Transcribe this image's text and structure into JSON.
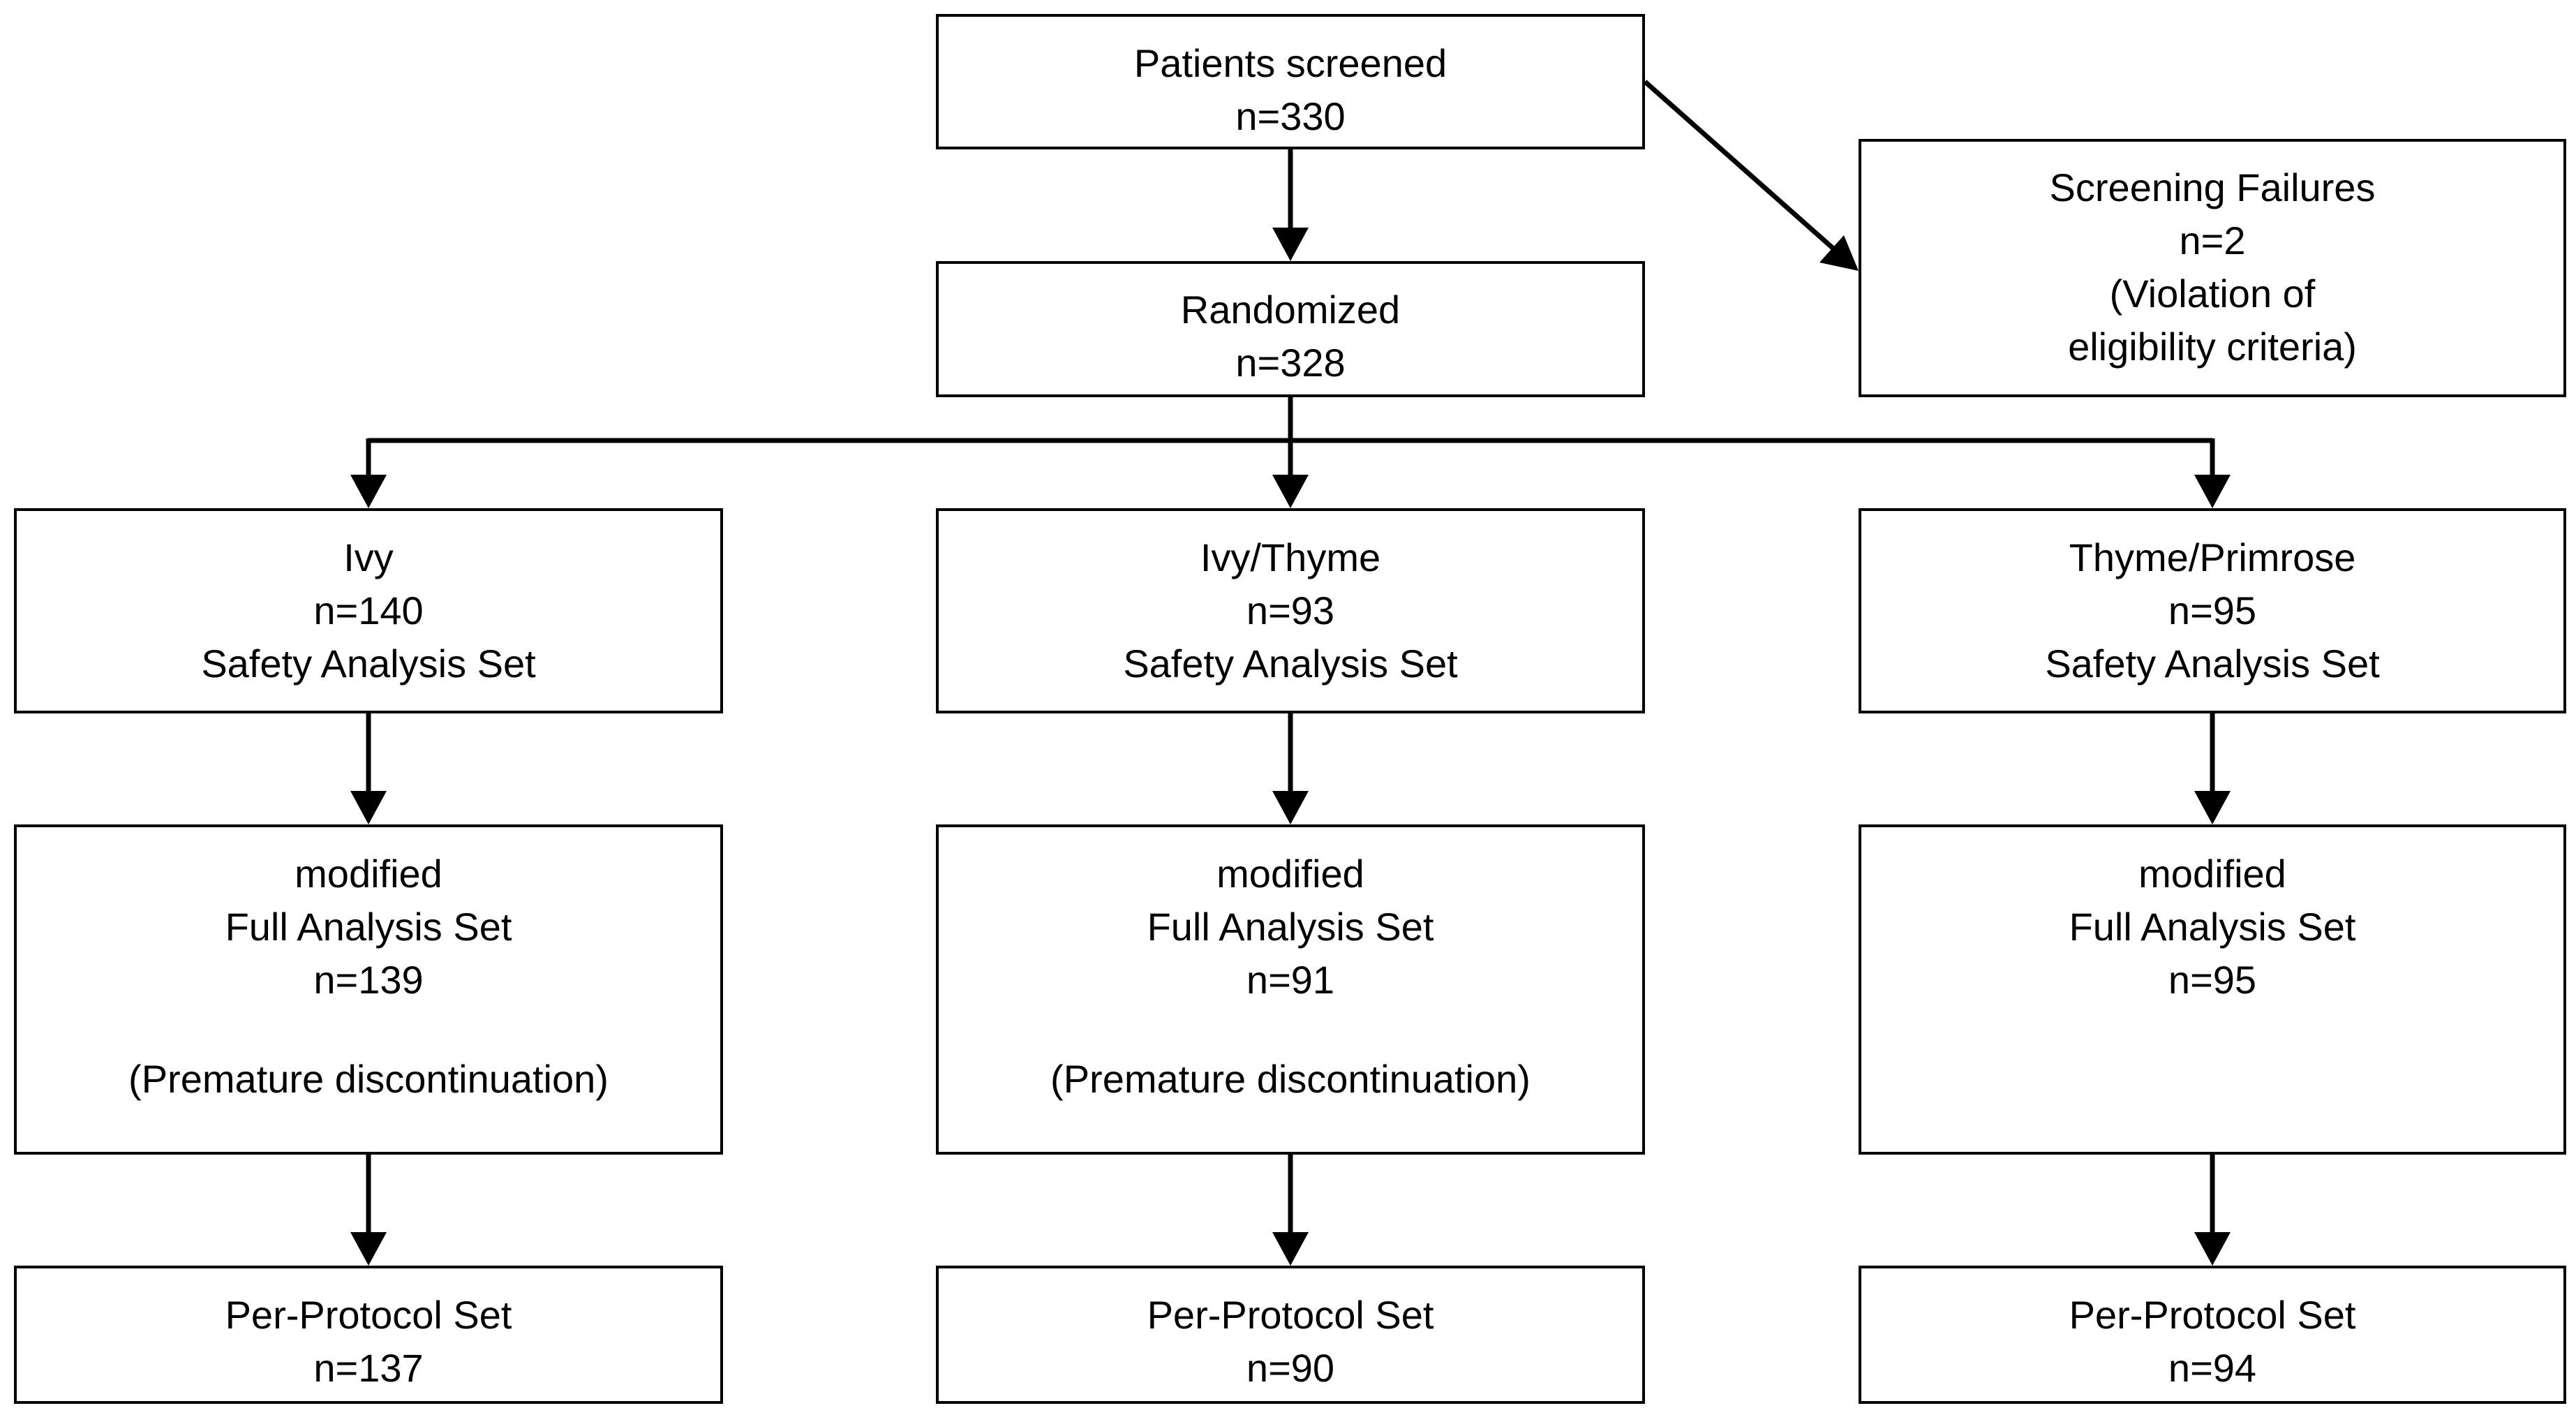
{
  "flowchart": {
    "screened": {
      "title": "Patients screened",
      "count": "n=330"
    },
    "screening_failures": {
      "title": "Screening Failures",
      "count": "n=2",
      "reason_line1": "(Violation of",
      "reason_line2": "eligibility criteria)"
    },
    "randomized": {
      "title": "Randomized",
      "count": "n=328"
    },
    "arms": [
      {
        "name": "Ivy",
        "safety_count": "n=140",
        "safety_label": "Safety Analysis Set",
        "mfas_label1": "modified",
        "mfas_label2": "Full Analysis Set",
        "mfas_count": "n=139",
        "mfas_note": "(Premature discontinuation)",
        "pp_label": "Per-Protocol Set",
        "pp_count": "n=137"
      },
      {
        "name": "Ivy/Thyme",
        "safety_count": "n=93",
        "safety_label": "Safety Analysis Set",
        "mfas_label1": "modified",
        "mfas_label2": "Full Analysis Set",
        "mfas_count": "n=91",
        "mfas_note": "(Premature discontinuation)",
        "pp_label": "Per-Protocol Set",
        "pp_count": "n=90"
      },
      {
        "name": "Thyme/Primrose",
        "safety_count": "n=95",
        "safety_label": "Safety Analysis Set",
        "mfas_label1": "modified",
        "mfas_label2": "Full Analysis Set",
        "mfas_count": "n=95",
        "pp_label": "Per-Protocol Set",
        "pp_count": "n=94"
      }
    ]
  },
  "colors": {
    "stroke": "#000000",
    "background": "#ffffff"
  }
}
